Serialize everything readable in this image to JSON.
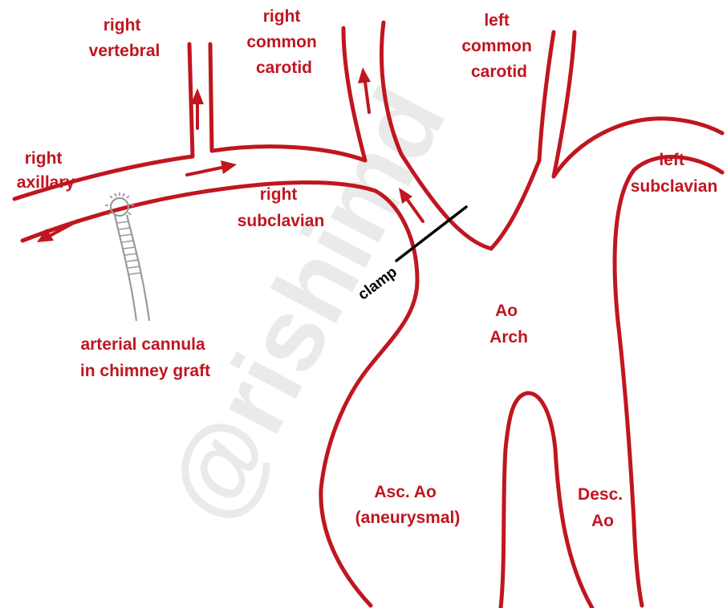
{
  "colors": {
    "vessel": "#c0161f",
    "clamp": "#000000",
    "cannula": "#9a9a9a",
    "watermark": "#d9d9d9"
  },
  "watermark": "@rishimd",
  "labels": {
    "right_vertebral": [
      "right",
      "vertebral"
    ],
    "right_common_carotid": [
      "right",
      "common",
      "carotid"
    ],
    "left_common_carotid": [
      "left",
      "common",
      "carotid"
    ],
    "right_axillary": [
      "right",
      "axillary"
    ],
    "left_subclavian": [
      "left",
      "subclavian"
    ],
    "right_subclavian": [
      "right",
      "subclavian"
    ],
    "clamp": "clamp",
    "ao_arch": [
      "Ao",
      "Arch"
    ],
    "arterial_cannula": [
      "arterial cannula",
      "in chimney graft"
    ],
    "asc_ao": [
      "Asc. Ao",
      "(aneurysmal)"
    ],
    "desc_ao": [
      "Desc.",
      "Ao"
    ]
  }
}
